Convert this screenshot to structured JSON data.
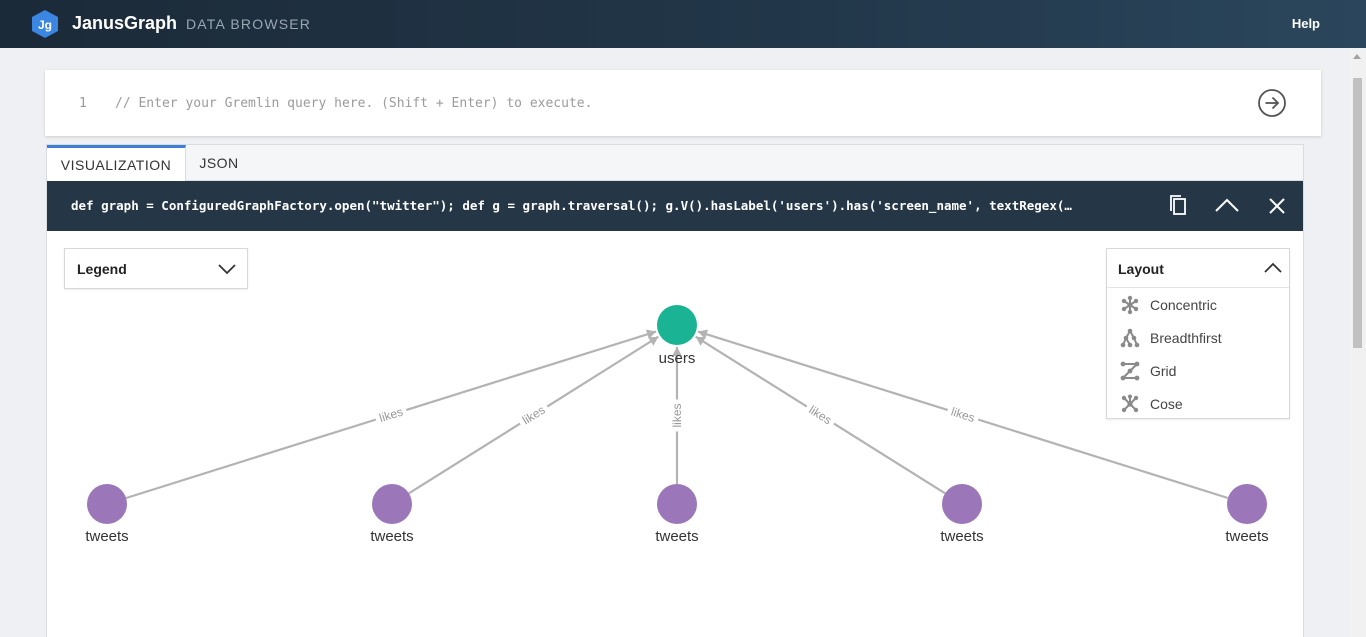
{
  "navbar": {
    "brand": "JanusGraph",
    "subtitle": "DATA BROWSER",
    "logo_text": "Jg",
    "help": "Help",
    "colors": {
      "logo": "#3b86e0"
    }
  },
  "query": {
    "line_number": "1",
    "placeholder": "// Enter your Gremlin query here. (Shift + Enter) to execute.",
    "value": "",
    "run_icon": "arrow-circle-right-icon"
  },
  "tabs": [
    {
      "label": "VISUALIZATION",
      "active": true
    },
    {
      "label": "JSON",
      "active": false
    }
  ],
  "result": {
    "query_text": "def graph = ConfiguredGraphFactory.open(\"twitter\"); def g = graph.traversal(); g.V().hasLabel('users').has('screen_name', textRegex(…",
    "icons": [
      "copy-icon",
      "chevron-up-icon",
      "close-icon"
    ]
  },
  "legend": {
    "label": "Legend"
  },
  "layout": {
    "title": "Layout",
    "items": [
      {
        "label": "Concentric",
        "icon": "concentric-icon"
      },
      {
        "label": "Breadthfirst",
        "icon": "breadthfirst-icon"
      },
      {
        "label": "Grid",
        "icon": "grid-icon"
      },
      {
        "label": "Cose",
        "icon": "cose-icon"
      }
    ]
  },
  "graph": {
    "colors": {
      "users": "#1ab394",
      "tweets": "#9b77b9",
      "edge": "#b3b3b3"
    },
    "center": {
      "label": "users"
    },
    "nodes": [
      {
        "label": "tweets"
      },
      {
        "label": "tweets"
      },
      {
        "label": "tweets"
      },
      {
        "label": "tweets"
      },
      {
        "label": "tweets"
      }
    ],
    "edges": [
      {
        "label": "likes"
      },
      {
        "label": "likes"
      },
      {
        "label": "likes"
      },
      {
        "label": "likes"
      },
      {
        "label": "likes"
      }
    ]
  }
}
